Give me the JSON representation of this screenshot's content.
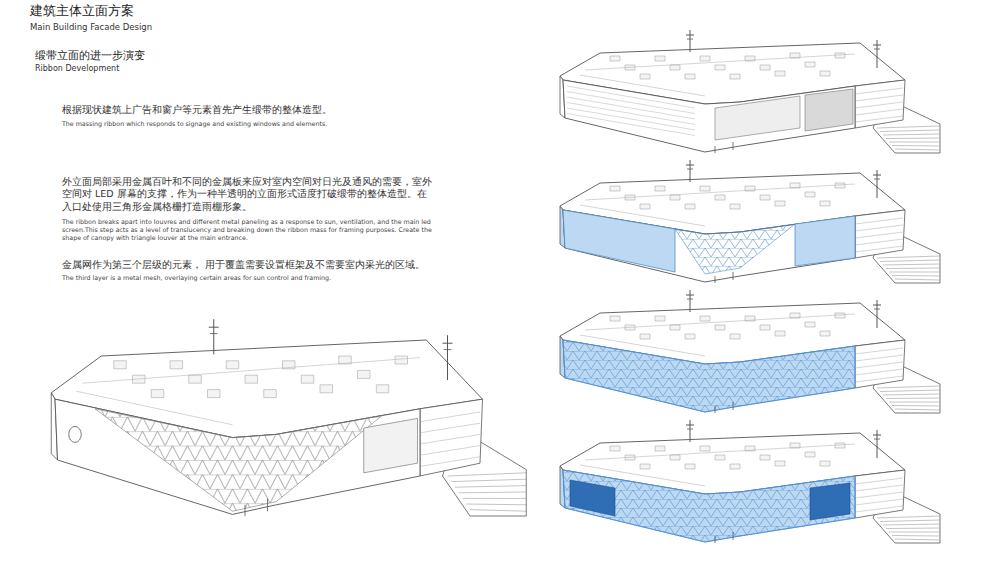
{
  "diagram": {
    "title": "建筑主体立面方案",
    "labels": [
      "Main Building Facade Design",
      "缎带立面的进一步演变",
      "Ribbon Development",
      "根据现状建筑上广告和窗户等元素首先产生缎带的整体造型。",
      "The massing ribbon which responds to signage and existing windows and elements.",
      "外立面局部采用金属百叶和不同的金属板来应对室内空间对日光及通风的需要，室外空间对 LED 屏幕的支撑，作为一种半透明的立面形式适度打破缎带的整体造型。在入口处使用三角形金属格栅打造雨棚形象。",
      "The ribbon breaks apart into louvres and different metal paneling as a response to sun, ventilation, and the main led screen.This step acts as a level of translucency and breaking down the ribbon mass for framing purposes. Create the shape of canopy with triangle louver at the main entrance.",
      "金属网作为第三个层级的元素， 用于覆盖需要设置框架及不需要室内采光的区域。",
      "The third layer is a metal mesh, overlaying certain areas for sun control and framing."
    ]
  }
}
